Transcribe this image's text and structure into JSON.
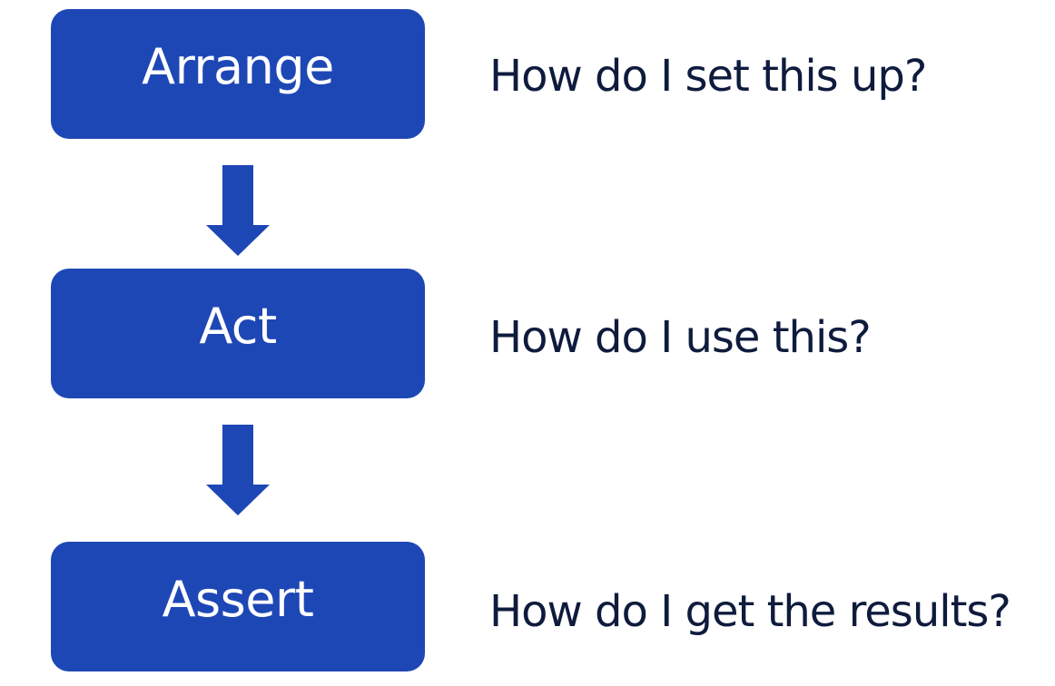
{
  "colors": {
    "box_fill": "#1e47b6",
    "arrow_fill": "#1e47b6",
    "box_text": "#ffffff",
    "question_text": "#0f1b3d"
  },
  "steps": [
    {
      "label": "Arrange",
      "question": "How do I set this up?"
    },
    {
      "label": "Act",
      "question": "How do I use this?"
    },
    {
      "label": "Assert",
      "question": "How do I get the results?"
    }
  ],
  "arrows": [
    {
      "from": "Arrange",
      "to": "Act",
      "icon": "arrow-down-icon"
    },
    {
      "from": "Act",
      "to": "Assert",
      "icon": "arrow-down-icon"
    }
  ]
}
